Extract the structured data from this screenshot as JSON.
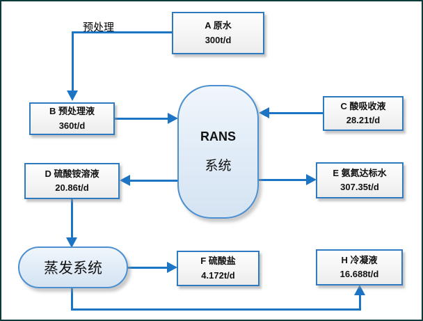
{
  "nodes": {
    "a": {
      "label": "A 原水",
      "value": "300t/d"
    },
    "b": {
      "label": "B 预处理液",
      "value": "360t/d"
    },
    "c": {
      "label": "C 酸吸收液",
      "value": "28.21t/d"
    },
    "d": {
      "label": "D 硫酸铵溶液",
      "value": "20.86t/d"
    },
    "e": {
      "label": "E 氨氮达标水",
      "value": "307.35t/d"
    },
    "f": {
      "label": "F 硫酸盐",
      "value": "4.172t/d"
    },
    "h": {
      "label": "H 冷凝液",
      "value": "16.688t/d"
    },
    "rans": {
      "line1": "RANS",
      "line2": "系统"
    },
    "evaporation": {
      "label": "蒸发系统"
    }
  },
  "edge_labels": {
    "pretreatment": "预处理"
  },
  "colors": {
    "arrow_blue": "#1b74c4",
    "box_border_blue": "#2e79c0",
    "shape_border_blue": "#4a8fd0",
    "canvas_border_teal": "#0b3b3a"
  }
}
